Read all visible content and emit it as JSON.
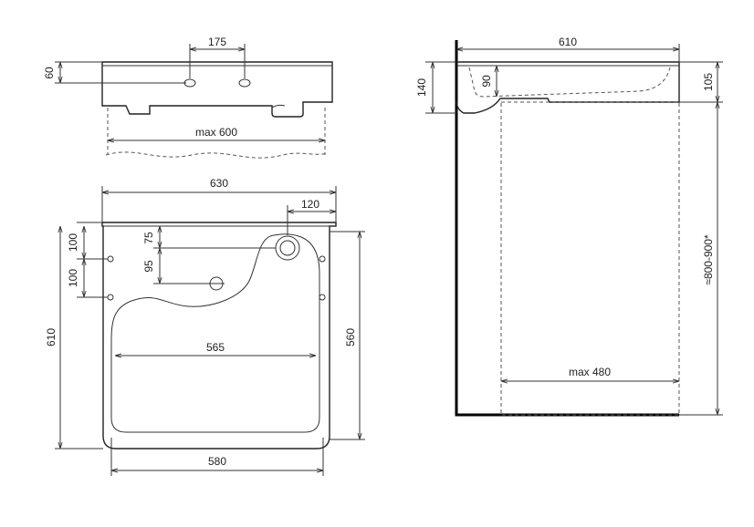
{
  "top_view": {
    "faucet_spacing": "175",
    "thickness": "60",
    "max_width": "max 600"
  },
  "plan_view": {
    "overall_width": "630",
    "overflow_offset": "120",
    "hole_offset_top": "75",
    "hole_offset_second": "95",
    "mount_spacing_upper": "100",
    "mount_spacing_lower": "100",
    "overall_depth": "610",
    "inner_width": "565",
    "inner_depth": "560",
    "bottom_width": "580"
  },
  "side_view": {
    "overall_depth": "610",
    "front_height": "140",
    "bowl_depth": "90",
    "rim_height": "105",
    "install_height": "≈800-900*",
    "cabinet_max_depth": "max 480"
  }
}
